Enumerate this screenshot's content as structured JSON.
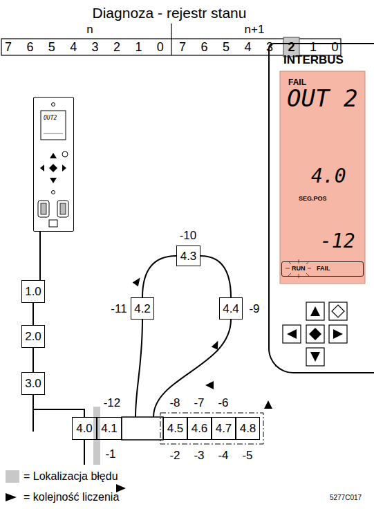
{
  "diagram": {
    "title": "Diagnoza - rejestr stanu",
    "nodes": [
      {
        "text": [
          "INTERBUS"
        ]
      },
      {
        "text": [
          "FAIL",
          "OUT 2",
          "4.0",
          "SEG.POS",
          "-12"
        ],
        "in": 0
      },
      {
        "text": [
          "RUN",
          "FAIL"
        ],
        "in": 1
      },
      {
        "text": [
          "OUT2"
        ]
      },
      {
        "text": [
          "1.0"
        ]
      },
      {
        "text": [
          "2.0"
        ]
      },
      {
        "text": [
          "3.0"
        ]
      },
      {
        "text": [
          "4.3"
        ]
      },
      {
        "text": [
          "4.2"
        ]
      },
      {
        "text": [
          "4.4"
        ]
      },
      {
        "text": [
          "4.0"
        ]
      },
      {
        "text": [
          "4.1"
        ]
      },
      {
        "text": [
          "4.5"
        ]
      },
      {
        "text": [
          "4.6"
        ]
      },
      {
        "text": [
          "4.7"
        ]
      },
      {
        "text": [
          "4.8"
        ]
      }
    ],
    "edges": [
      {
        "from": 3,
        "to": 4,
        "arrow": "none"
      },
      {
        "from": 4,
        "to": 5,
        "arrow": "none"
      },
      {
        "from": 5,
        "to": 6,
        "arrow": "none"
      },
      {
        "from": 6,
        "to": 10,
        "arrow": "none"
      },
      {
        "from": 8,
        "to": 7,
        "arrow": "none"
      },
      {
        "from": 7,
        "to": 9,
        "arrow": "none"
      }
    ],
    "labels": [
      "n",
      "n+1",
      "7",
      "6",
      "5",
      "4",
      "3",
      "2",
      "1",
      "0",
      "7",
      "6",
      "5",
      "4",
      "3",
      "2",
      "1",
      "0",
      "-12",
      "-1",
      "-11",
      "-10",
      "-9",
      "-8",
      "-7",
      "-6",
      "-2",
      "-3",
      "-4",
      "-5",
      "5277C017"
    ],
    "legend": [
      {
        "text": "= Lokalizacja błędu",
        "color": "#c8c8c8"
      },
      {
        "text": "= kolejność liczenia"
      }
    ]
  }
}
